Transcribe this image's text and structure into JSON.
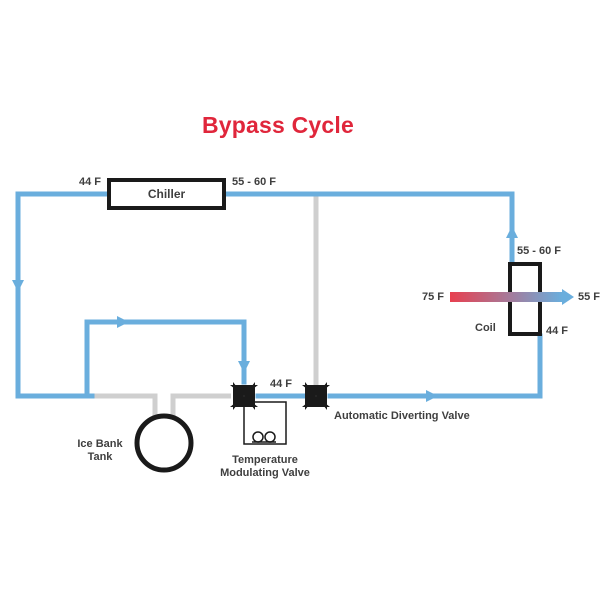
{
  "title": "Bypass Cycle",
  "colors": {
    "title": "#e0263b",
    "supply_line": "#6aaedd",
    "bypass_line": "#cfcfcf",
    "component": "#1a1a1a",
    "air_warm": "#e8404f",
    "air_cool": "#6aaedd"
  },
  "components": {
    "chiller": "Chiller",
    "coil": "Coil",
    "ice_bank_tank": "Ice Bank\nTank",
    "temperature_modulating_valve": "Temperature\nModulating Valve",
    "automatic_diverting_valve": "Automatic Diverting Valve"
  },
  "temperatures": {
    "chiller_inlet": "44 F",
    "chiller_outlet": "55 - 60 F",
    "coil_outlet": "55 - 60 F",
    "coil_inlet": "44 F",
    "air_in": "75 F",
    "air_out": "55 F",
    "valve_between": "44 F"
  },
  "icons": [
    "flow-arrow-icon",
    "three-way-valve-icon",
    "actuator-icon"
  ]
}
